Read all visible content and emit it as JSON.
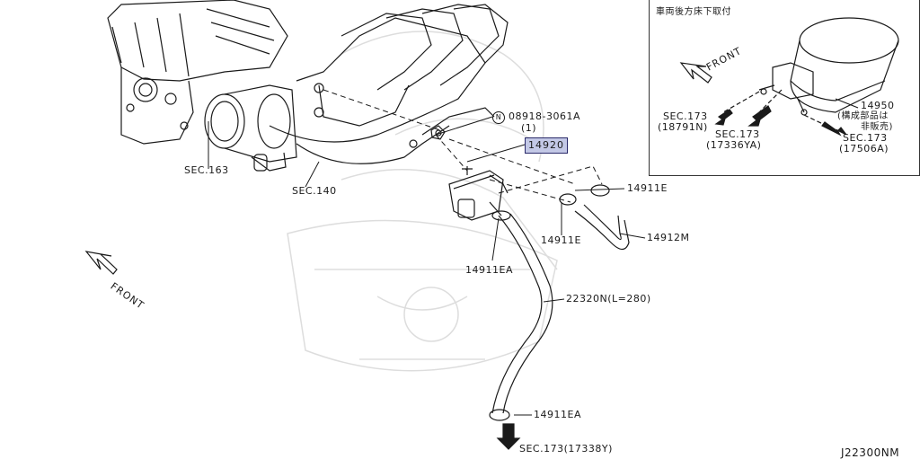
{
  "labels": {
    "sec163": "SEC.163",
    "sec140": "SEC.140",
    "bolt_no": "08918-3061A",
    "bolt_qty": "(1)",
    "bolt_symbol": "N",
    "part_main": "14920",
    "clamp_upper_right": "14911E",
    "clamp_lower": "14911E",
    "hose_small": "14912M",
    "clamp_ea_upper": "14911EA",
    "hose_long": "22320N(L=280)",
    "clamp_ea_lower": "14911EA",
    "sec173_bottom": "SEC.173(17338Y)",
    "diagram_code": "J22300NM"
  },
  "inset": {
    "title": "車両後方床下取付",
    "front": "FRONT",
    "canister_no": "14950",
    "canister_note_1": "(構成部品は",
    "canister_note_2": "非販売)",
    "sec173_a": "SEC.173",
    "sec173_a_sub": "(18791N)",
    "sec173_b": "SEC.173",
    "sec173_b_sub": "(17336YA)",
    "sec173_c": "SEC.173",
    "sec173_c_sub": "(17506A)"
  },
  "main_front": "FRONT",
  "colors": {
    "highlight": "#c3c8e6",
    "line": "#1a1a1a"
  }
}
